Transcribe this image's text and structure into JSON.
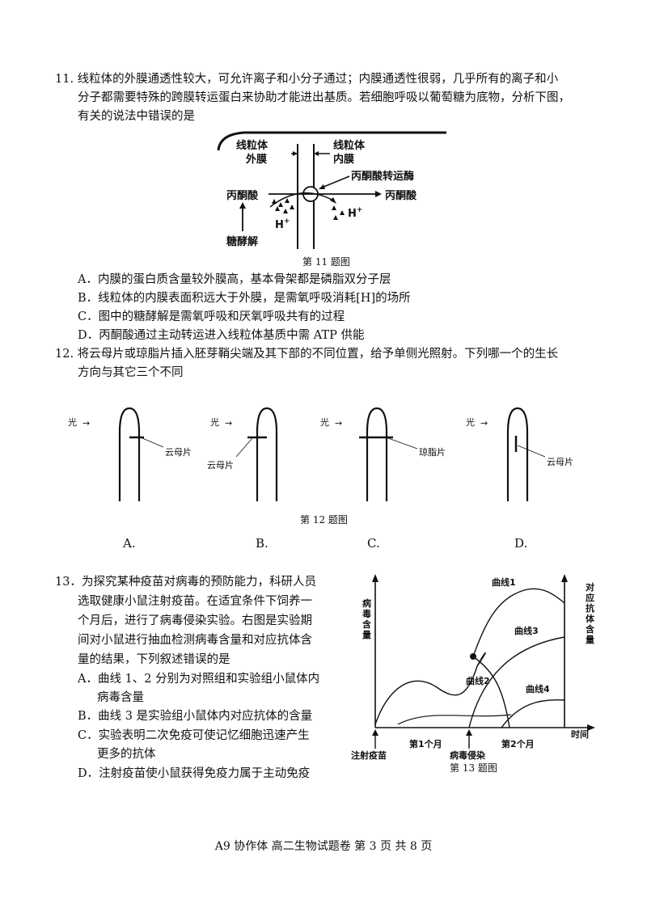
{
  "q11": {
    "lines": [
      "11. 线粒体的外膜通透性较大，可允许离子和小分子通过；内膜通透性很弱，几乎所有的离子和小",
      "分子都需要特殊的跨膜转运蛋白来协助才能进出基质。若细胞呼吸以葡萄糖为底物，分析下图，",
      "有关的说法中错误的是"
    ],
    "figure": {
      "outer_membrane": "线粒体\n外膜",
      "outer_l1": "线粒体",
      "outer_l2": "外膜",
      "inner_l1": "线粒体",
      "inner_l2": "内膜",
      "transporter": "丙酮酸转运酶",
      "pyruvate_left": "丙酮酸",
      "pyruvate_right": "丙酮酸",
      "h_left": "H",
      "h_right": "H",
      "plus": "+",
      "glycolysis": "糖酵解",
      "caption": "第 11 题图"
    },
    "options": [
      "A．内膜的蛋白质含量较外膜高，基本骨架都是磷脂双分子层",
      "B．线粒体的内膜表面积远大于外膜，是需氧呼吸消耗[H]的场所",
      "C．图中的糖酵解是需氧呼吸和厌氧呼吸共有的过程",
      "D．丙酮酸通过主动转运进入线粒体基质中需 ATP 供能"
    ]
  },
  "q12": {
    "lines": [
      "12. 将云母片或琼脂片插入胚芽鞘尖端及其下部的不同位置，给予单侧光照射。下列哪一个的生长",
      "方向与其它三个不同"
    ],
    "figure": {
      "light": "光",
      "arrow": "→",
      "labels": [
        "云母片",
        "云母片",
        "琼脂片",
        "云母片"
      ],
      "caption": "第 12 题图",
      "choices": [
        "A.",
        "B.",
        "C.",
        "D."
      ]
    }
  },
  "q13": {
    "lines": [
      "13．为探究某种疫苗对病毒的预防能力，科研人员",
      "选取健康小鼠注射疫苗。在适宜条件下饲养一",
      "个月后，进行了病毒侵染实验。右图是实验期",
      "间对小鼠进行抽血检测病毒含量和对应抗体含",
      "量的结果，下列叙述错误的是"
    ],
    "options": [
      "A．曲线 1、2 分别为对照组和实验组小鼠体内",
      "病毒含量",
      "B．曲线 3 是实验组小鼠体内对应抗体的含量",
      "C．实验表明二次免疫可使记忆细胞迅速产生",
      "更多的抗体",
      "D．注射疫苗使小鼠获得免疫力属于主动免疫"
    ],
    "figure": {
      "y_left": [
        "病",
        "毒",
        "含",
        "量"
      ],
      "y_right": [
        "对",
        "应",
        "抗",
        "体",
        "含",
        "量"
      ],
      "curve1": "曲线1",
      "curve2": "曲线2",
      "curve3": "曲线3",
      "curve4": "曲线4",
      "time": "时间",
      "month1": "第1个月",
      "month2": "第2个月",
      "inject": "注射疫苗",
      "infect": "病毒侵染",
      "caption": "第 13 题图"
    }
  },
  "footer": "A9 协作体   高二生物试题卷   第 3 页  共 8 页"
}
